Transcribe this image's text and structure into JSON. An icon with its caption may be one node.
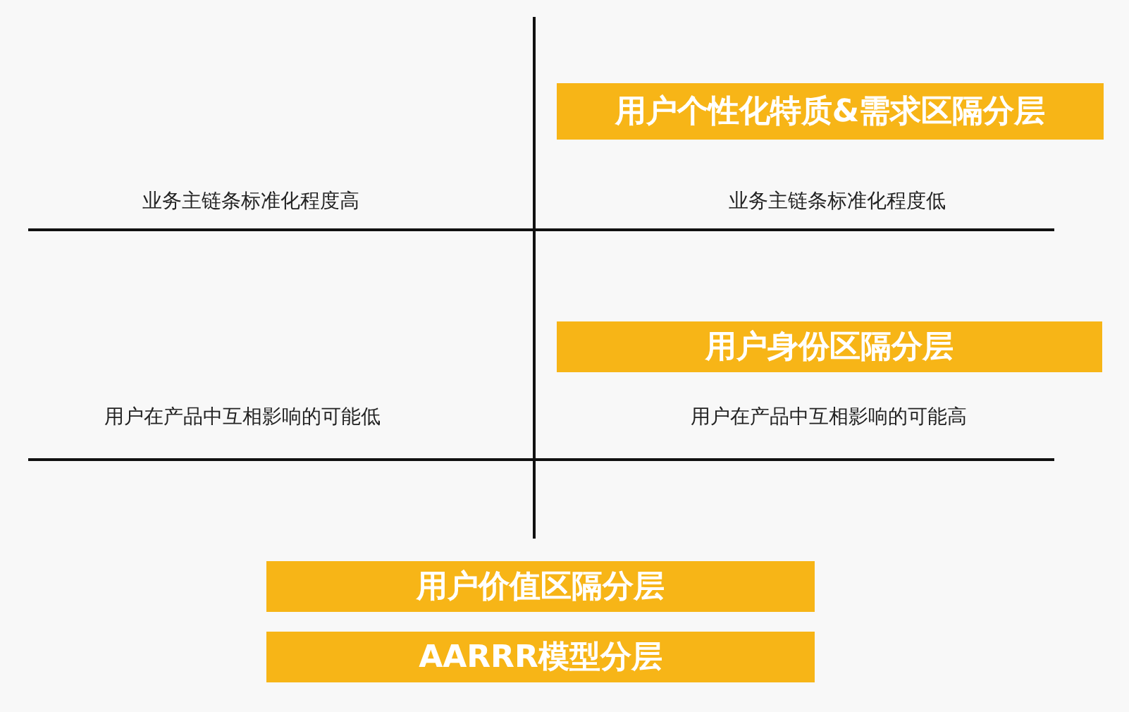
{
  "diagram": {
    "nodes": [
      {
        "text": [
          "用户个性化特质&需求区隔分层"
        ]
      },
      {
        "text": [
          "用户身份区隔分层"
        ]
      },
      {
        "text": [
          "用户价值区隔分层"
        ]
      },
      {
        "text": [
          "AARRR模型分层"
        ]
      }
    ],
    "labels": [
      "业务主链条标准化程度高",
      "业务主链条标准化程度低",
      "用户在产品中互相影响的可能低",
      "用户在产品中互相影响的可能高"
    ]
  }
}
